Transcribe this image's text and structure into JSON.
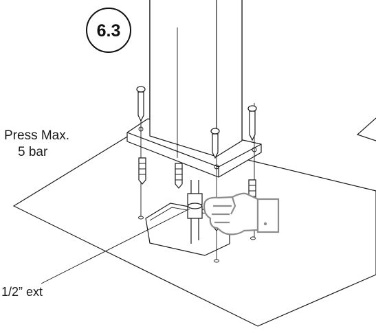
{
  "step": {
    "number": "6.3"
  },
  "labels": {
    "pressure_line1": "Press Max.",
    "pressure_line2": "5 bar",
    "pipe": "1/2” ext"
  },
  "icons": {
    "hand": "hand-icon"
  },
  "colors": {
    "line": "#1a1a1a",
    "hand": "#8c8c8c",
    "background": "#ffffff"
  }
}
